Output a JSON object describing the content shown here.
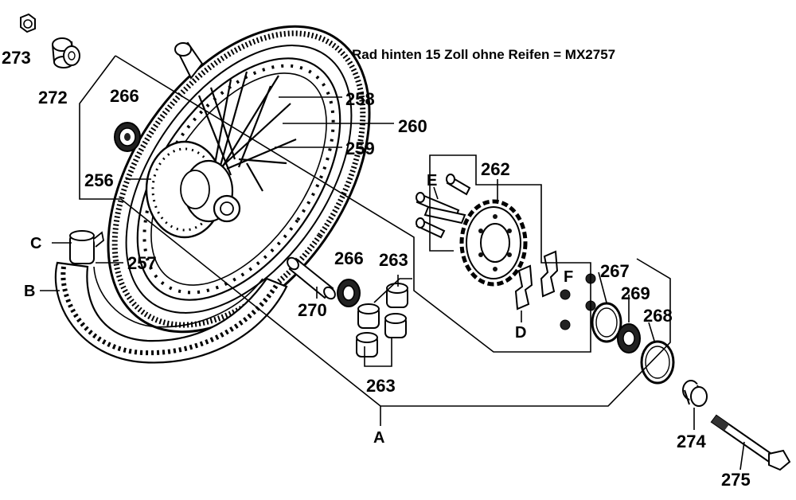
{
  "title": "Rad hinten 15 Zoll ohne Reifen = MX2757",
  "callouts": {
    "p273": "273",
    "p272": "272",
    "p266a": "266",
    "p256": "256",
    "p257": "257",
    "p258": "258",
    "p260": "260",
    "p259": "259",
    "p262": "262",
    "p266b": "266",
    "p263a": "263",
    "p263b": "263",
    "p270": "270",
    "p267": "267",
    "p269": "269",
    "p268": "268",
    "p274": "274",
    "p275": "275"
  },
  "letters": {
    "A": "A",
    "B": "B",
    "C": "C",
    "D": "D",
    "E": "E",
    "F": "F"
  },
  "colors": {
    "ink": "#000000",
    "paper": "#ffffff"
  }
}
